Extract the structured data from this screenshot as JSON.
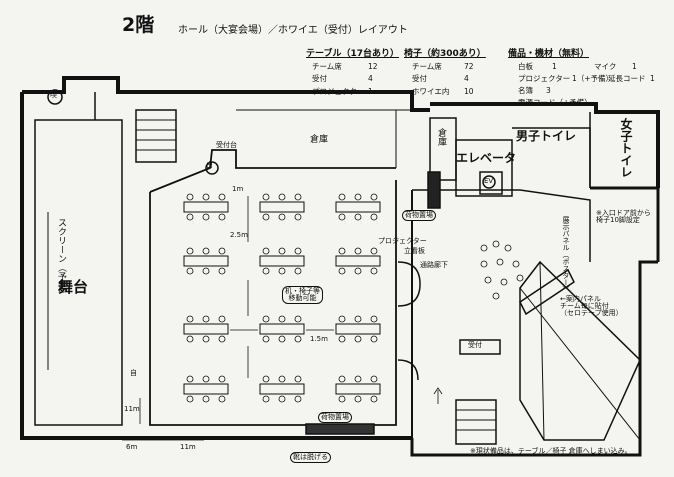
{
  "title": "2階",
  "subtitle": "ホール（大宴会場）／ホワイエ（受付）レイアウト",
  "legend": {
    "tables": {
      "header": "テーブル（17台あり）",
      "items": [
        {
          "label": "チーム席",
          "value": "12"
        },
        {
          "label": "受付",
          "value": "4"
        },
        {
          "label": "プロジェクター",
          "value": "1"
        }
      ]
    },
    "chairs": {
      "header": "椅子（約300あり）",
      "items": [
        {
          "label": "チーム席",
          "value": "72"
        },
        {
          "label": "受付",
          "value": "4"
        },
        {
          "label": "ホワイエ内",
          "value": "10"
        }
      ]
    },
    "equipment": {
      "header": "備品・機材（無料）",
      "items": [
        {
          "label": "白板",
          "value": "1"
        },
        {
          "label": "マイク",
          "value": "1"
        },
        {
          "label": "プロジェクター",
          "value": "1（+予備）"
        },
        {
          "label": "延長コード",
          "value": "1"
        },
        {
          "label": "名簿",
          "value": "3"
        },
        {
          "label": "電源コード（+予備）",
          "value": ""
        }
      ]
    }
  },
  "labels": {
    "warehouse_hall": "倉庫",
    "warehouse_right": "倉庫",
    "elevator": "エレベータ",
    "ev": "EV",
    "mens_toilet": "男子トイレ",
    "womens_toilet": "女子トイレ",
    "screen": "スクリーン（予定）",
    "stage": "舞台",
    "desk_center": "机・椅子等\n移動可能",
    "reception": "受付",
    "storage_top": "荷物置場",
    "storage_bottom": "荷物置場",
    "note_right": "※入口ドア前から\n椅子10脚設定",
    "note_bottom": "※現状備品は、テーブル／椅子 倉庫へしまい込み。",
    "shoes_note": "靴は脱げる",
    "projector_label": "プロジェクター",
    "standing_sign": "立看板",
    "corridor": "通路廊下",
    "whiteboard_mark": "白",
    "mark_top_left": "喫",
    "mark_small": "自",
    "panel_right": "展示パネル（ポスター）",
    "note_right_slope": "←案内パネル\nチーム毎に貼付\n（セロテープ使用）",
    "dim_1m": "1m",
    "dim_2m": "2.5m",
    "dim_1_5m": "1.5m",
    "dim_11m": "11m",
    "dim_6m": "6m",
    "dim_11m_b": "11m",
    "podium": "受付台"
  }
}
